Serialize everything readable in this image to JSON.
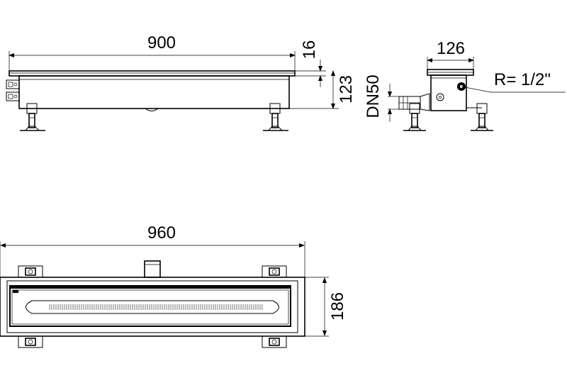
{
  "dimensions": {
    "side_length": "900",
    "side_flange": "16",
    "side_height": "123",
    "outlet": "DN50",
    "end_width": "126",
    "thread": "R= 1/2\"",
    "top_length": "960",
    "top_width": "186"
  },
  "colors": {
    "line": "#000000",
    "background": "#ffffff",
    "hatch": "#555555"
  }
}
